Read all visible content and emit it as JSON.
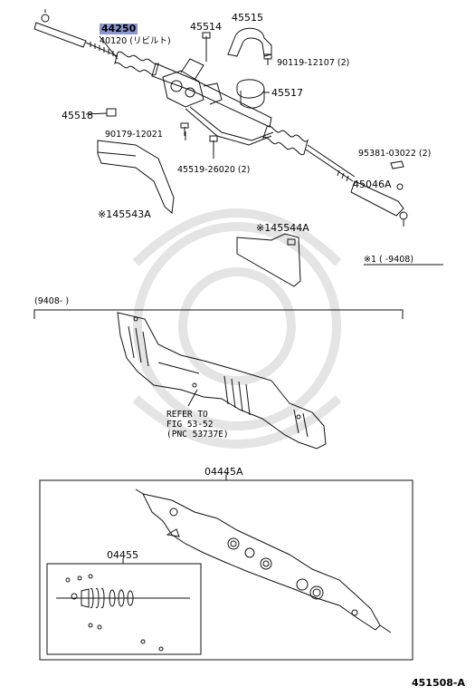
{
  "labels": {
    "p44250": "44250",
    "p40120": "40120 (リビルト)",
    "p45514": "45514",
    "p45515": "45515",
    "p90119": "90119-12107 (2)",
    "p45517": "45517",
    "p45518": "45518",
    "p90179": "90179-12021",
    "p95381": "95381-03022 (2)",
    "p45519": "45519-26020 (2)",
    "p45046a": "45046A",
    "p145543a": "※145543A",
    "p145544a": "※145544A",
    "note1": "※1 (    -9408)",
    "range9408": "(9408-      )",
    "refer1": "REFER TO",
    "refer2": "FIG 53-52",
    "refer3": "(PNC 53737E)",
    "p04445a": "04445A",
    "p04455": "04455",
    "diagram_id": "451508-A"
  },
  "colors": {
    "line": "#111111",
    "highlight": "#8c95cc",
    "watermark": "#e6e6e6"
  }
}
